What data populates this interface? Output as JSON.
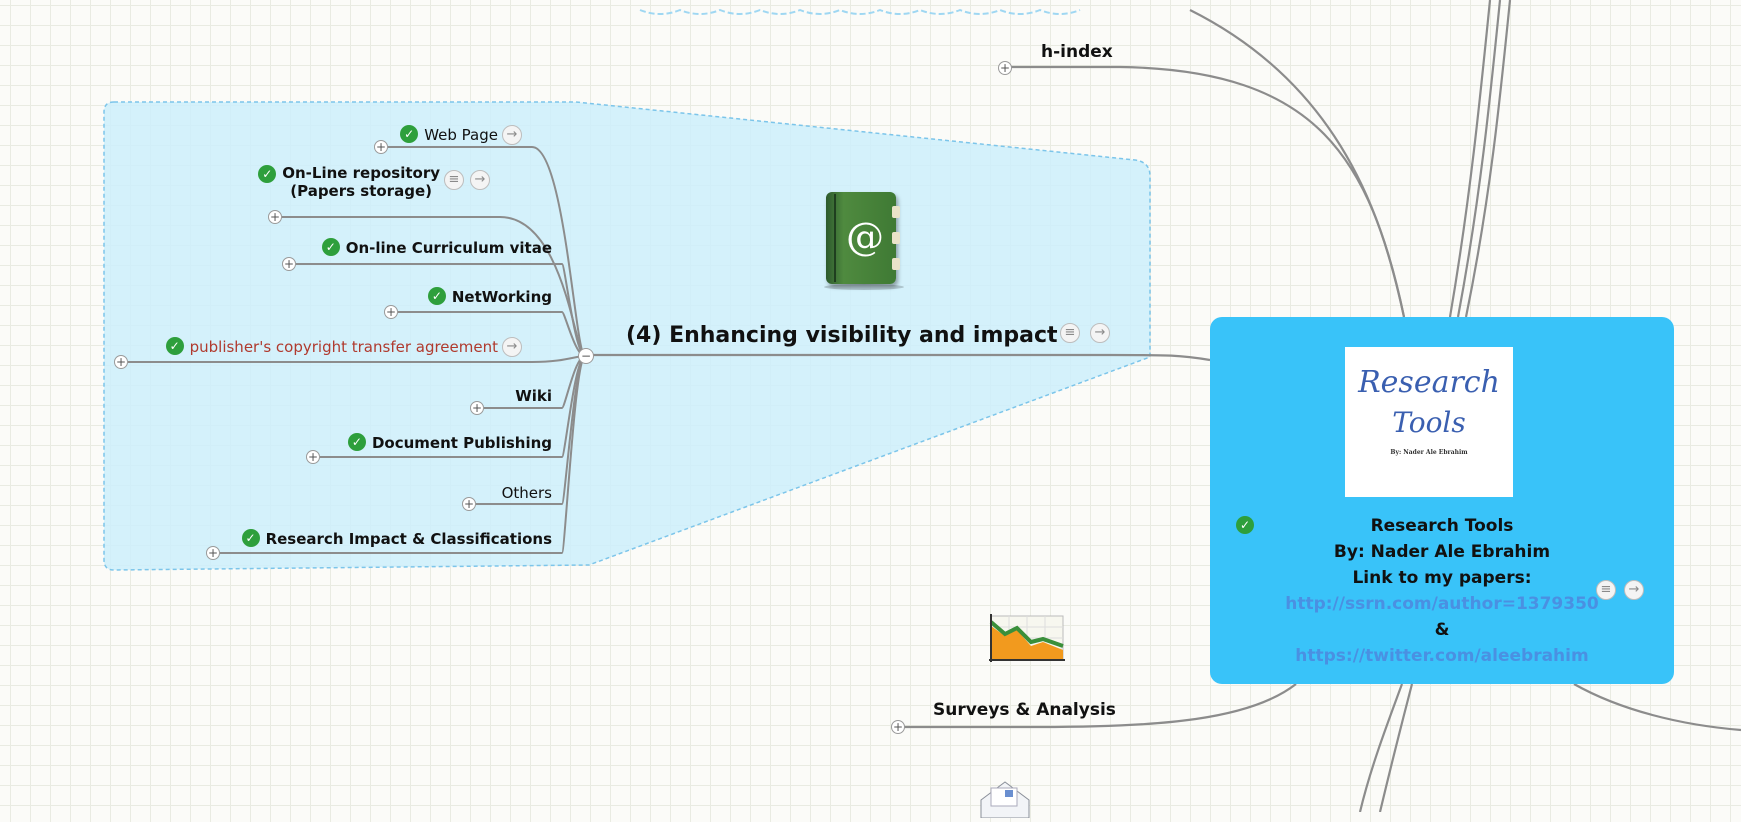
{
  "topic": {
    "title": "(4) Enhancing visibility and impact",
    "collapse_symbol": "−",
    "notes_icon": "notes-icon",
    "link_icon": "arrow-right-icon",
    "image_icon": "address-book-at-icon"
  },
  "subtopics": [
    {
      "label": "Web Page",
      "check": true,
      "bold": false
    },
    {
      "label": "On-Line repository",
      "label2": "(Papers storage)",
      "check": true,
      "bold": true
    },
    {
      "label": "On-line Curriculum vitae",
      "check": true,
      "bold": true
    },
    {
      "label": "NetWorking",
      "check": true,
      "bold": true
    },
    {
      "label": "publisher's copyright transfer agreement",
      "check": true,
      "bold": false,
      "color": "#b03a2e"
    },
    {
      "label": "Wiki",
      "check": false,
      "bold": true
    },
    {
      "label": "Document Publishing",
      "check": true,
      "bold": true
    },
    {
      "label": "Others",
      "check": false,
      "bold": false
    },
    {
      "label": "Research Impact & Classifications",
      "check": true,
      "bold": true
    }
  ],
  "hindex": {
    "label": "h-index"
  },
  "surveys": {
    "label": "Surveys & Analysis",
    "icon": "chart-trend-icon"
  },
  "envelope": {
    "icon": "envelope-icon"
  },
  "central": {
    "image_title_1": "Research",
    "image_title_2": "Tools",
    "image_byline": "By: Nader Ale Ebrahim",
    "line1": "Research Tools",
    "line2": "By: Nader Ale Ebrahim",
    "line3": "Link to my papers:",
    "link1": "http://ssrn.com/author=1379350",
    "amp": "&",
    "link2": "https://twitter.com/aleebrahim"
  },
  "colors": {
    "boundary_fill": "#cdeefc",
    "boundary_stroke": "#7cc5ea",
    "central_fill": "#39c3f9",
    "branch_line": "#8c8c8c",
    "check_green": "#2e9f3c",
    "link_blue": "#4a90e2",
    "warning_text": "#b03a2e"
  },
  "plus_symbol": "+",
  "check_symbol": "✓",
  "note_symbol": "≡",
  "arrow_symbol": "→"
}
